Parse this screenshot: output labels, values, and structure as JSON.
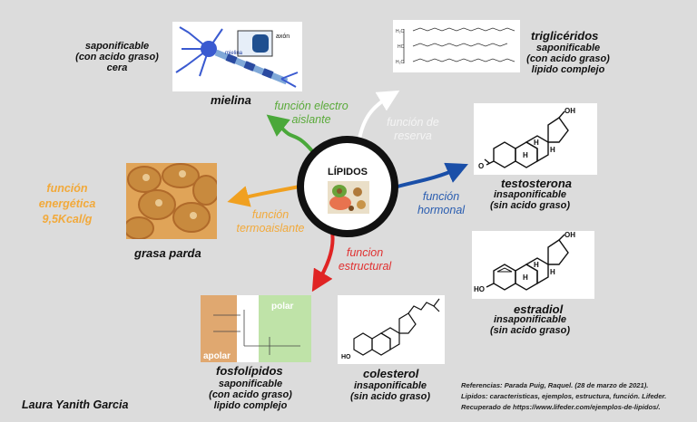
{
  "center": {
    "title": "LÍPIDOS"
  },
  "functions": {
    "electro": [
      "función electro",
      "aislante"
    ],
    "reserva": [
      "función de",
      "reserva"
    ],
    "hormonal": [
      "función",
      "hormonal"
    ],
    "estructural": [
      "funcion",
      "estructural"
    ],
    "termo": [
      "función",
      "termoaislante"
    ],
    "energetica": [
      "función",
      "energética",
      "9,5Kcal/g"
    ]
  },
  "mielina": {
    "title": "mielina",
    "props": [
      "saponificable",
      "(con acido graso)",
      "cera"
    ],
    "img_labels": [
      "axón",
      "mielina"
    ]
  },
  "trigliceridos": {
    "title": "triglicéridos",
    "props": [
      "saponificable",
      "(con acido graso)",
      "lipido complejo"
    ]
  },
  "testosterona": {
    "title": "testosterona",
    "props": [
      "insaponificable",
      "(sin acido graso)"
    ],
    "img_labels": [
      "OH",
      "H",
      "H",
      "H",
      "O"
    ]
  },
  "estradiol": {
    "title": "estradiol",
    "props": [
      "insaponificable",
      "(sin acido graso)"
    ],
    "img_labels": [
      "OH",
      "H",
      "H",
      "H",
      "HO"
    ]
  },
  "colesterol": {
    "title": "colesterol",
    "props": [
      "insaponificable",
      "(sin acido graso)"
    ],
    "img_labels": [
      "HO"
    ]
  },
  "fosfolipidos": {
    "title": "fosfolípidos",
    "props": [
      "saponificable",
      "(con acido graso)",
      "lipido complejo"
    ],
    "img_labels": [
      "polar",
      "apolar"
    ]
  },
  "grasa": {
    "title": "grasa parda"
  },
  "author": "Laura Yanith Garcia",
  "references": [
    "Referencias: Parada Puig, Raquel. (28 de marzo de 2021).",
    "Lipidos: caracteristicas, ejemplos, estructura, función. Lifeder.",
    "Recuperado de https://www.lifeder.com/ejemplos-de-lipidos/."
  ],
  "colors": {
    "green": "#4aa83a",
    "white": "#ffffff",
    "blue": "#1a4fa8",
    "red": "#e02424",
    "orange": "#f0a020",
    "fn_green": "#5aaa3a",
    "fn_gray": "#f4f4f4",
    "fn_blue": "#2a5db0",
    "fn_red": "#e03030",
    "fn_orange": "#f2a93a"
  }
}
